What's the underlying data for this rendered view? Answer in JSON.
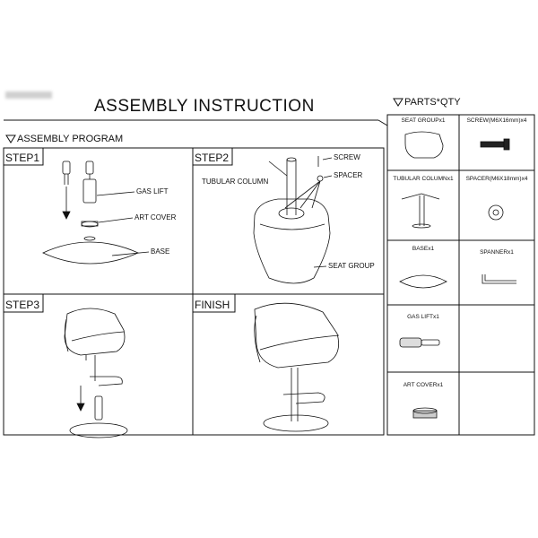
{
  "header": {
    "title": "ASSEMBLY INSTRUCTION",
    "program": "ASSEMBLY PROGRAM",
    "parts": "PARTS*QTY"
  },
  "steps": {
    "step1": {
      "label": "STEP1",
      "gas_lift": "GAS LIFT",
      "art_cover": "ART COVER",
      "base": "BASE"
    },
    "step2": {
      "label": "STEP2",
      "tubular_column": "TUBULAR COLUMN",
      "screw": "SCREW",
      "spacer": "SPACER",
      "seat_group": "SEAT GROUP"
    },
    "step3": {
      "label": "STEP3"
    },
    "finish": {
      "label": "FINISH"
    }
  },
  "parts": {
    "seat_group": "SEAT GROUPx1",
    "screw": "SCREW(M6X16mm)x4",
    "tubular_column": "TUBULAR COLUMNx1",
    "spacer": "SPACER(M6X18mm)x4",
    "base": "BASEx1",
    "spanner": "SPANNERx1",
    "gas_lift": "GAS LIFTx1",
    "art_cover": "ART COVERx1"
  }
}
